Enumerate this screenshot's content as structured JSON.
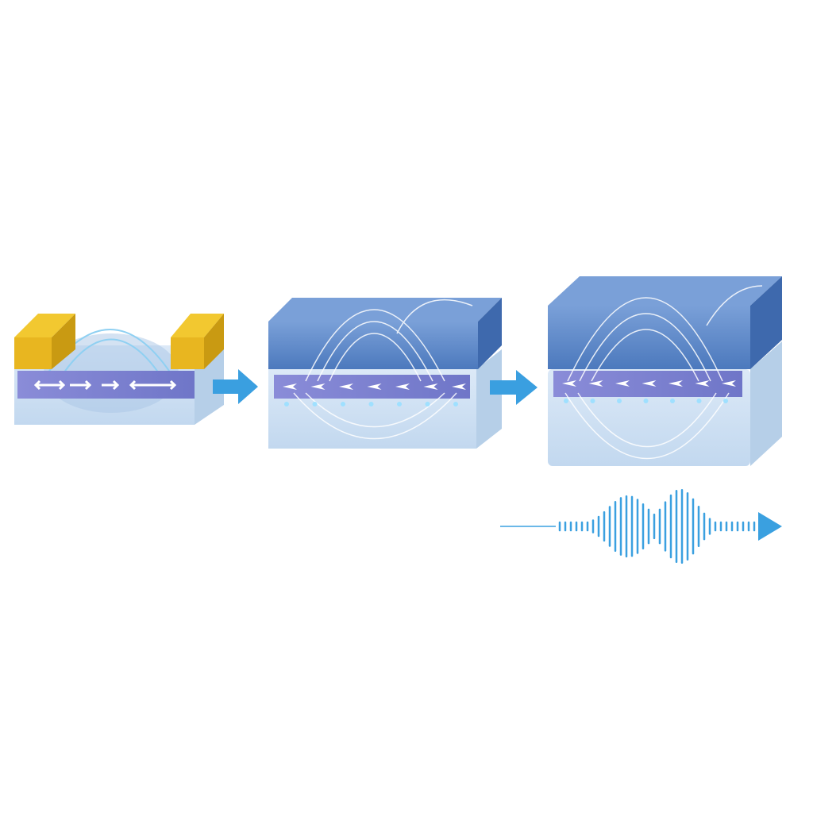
{
  "diagram": {
    "stages": [
      {
        "id": "stage-1",
        "description_icon": "device-with-gold-contacts"
      },
      {
        "id": "stage-2",
        "description_icon": "device-with-blue-cap"
      },
      {
        "id": "stage-3",
        "description_icon": "device-with-thick-blue-cap"
      }
    ],
    "arrows": [
      "stage-1-to-stage-2",
      "stage-2-to-stage-3"
    ],
    "output": "waveform-signal",
    "colors": {
      "gold": "#e8b620",
      "gold_dark": "#c99a12",
      "substrate": "#cfe1f3",
      "substrate_side": "#b3cce6",
      "channel": "#7b7fd0",
      "cap_top": "#6f95d0",
      "cap_front": "#4f7cc0",
      "cap_side": "#3e69ad",
      "arrow": "#3a9fe0",
      "field_line": "#ffffff",
      "wave": "#3aa0e0"
    }
  }
}
